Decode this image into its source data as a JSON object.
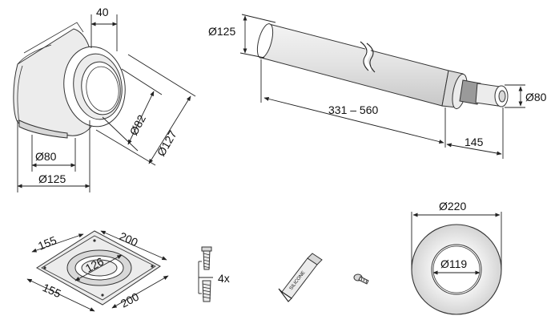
{
  "elbow": {
    "dim_depth": "40",
    "dim_inner": "Ø82",
    "dim_outer": "Ø127",
    "dim_base_inner": "Ø80",
    "dim_base_outer": "Ø125"
  },
  "pipe": {
    "dim_diameter": "Ø125",
    "dim_length": "331 – 560",
    "dim_end_length": "145",
    "dim_end_diameter": "Ø80"
  },
  "plate": {
    "dim_top_left": "155",
    "dim_top_right": "200",
    "dim_center": "126",
    "dim_bottom_left": "155",
    "dim_bottom_right": "200"
  },
  "screws": {
    "quantity": "4x"
  },
  "silicone": {
    "label": "SILICONE"
  },
  "rosette": {
    "dim_outer": "Ø220",
    "dim_inner": "Ø119"
  }
}
